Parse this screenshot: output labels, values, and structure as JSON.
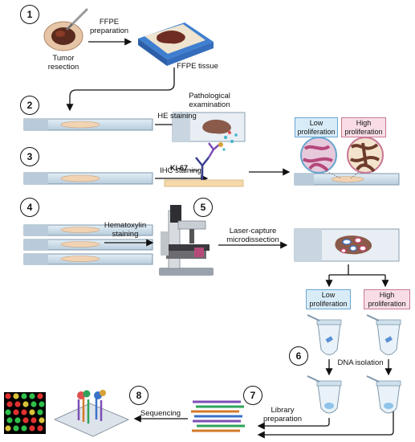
{
  "steps": [
    "1",
    "2",
    "3",
    "4",
    "5",
    "6",
    "7",
    "8"
  ],
  "labels": {
    "ffpe_preparation": "FFPE\npreparation",
    "tumor_resection": "Tumor\nresection",
    "ffpe_tissue": "FFPE tissue",
    "he_staining": "HE staining",
    "pathological_examination": "Pathological\nexamination",
    "ihc_staining": "IHC staining",
    "ki67": "Ki-67",
    "hematoxylin_staining": "Hematoxylin\nstaining",
    "laser_capture": "Laser-capture\nmicrodissection",
    "dna_isolation": "DNA isolation",
    "library_preparation": "Library\npreparation",
    "sequencing": "Sequencing"
  },
  "tags": {
    "low_top": "Low\nproliferation",
    "high_top": "High\nproliferation",
    "low_bottom": "Low\nproliferation",
    "high_bottom": "High\nproliferation"
  },
  "colors": {
    "low_fill": "#d8ecf8",
    "high_fill": "#f8dde6",
    "slide": "#cfe0ec",
    "tissue": "#f1d3b3"
  }
}
